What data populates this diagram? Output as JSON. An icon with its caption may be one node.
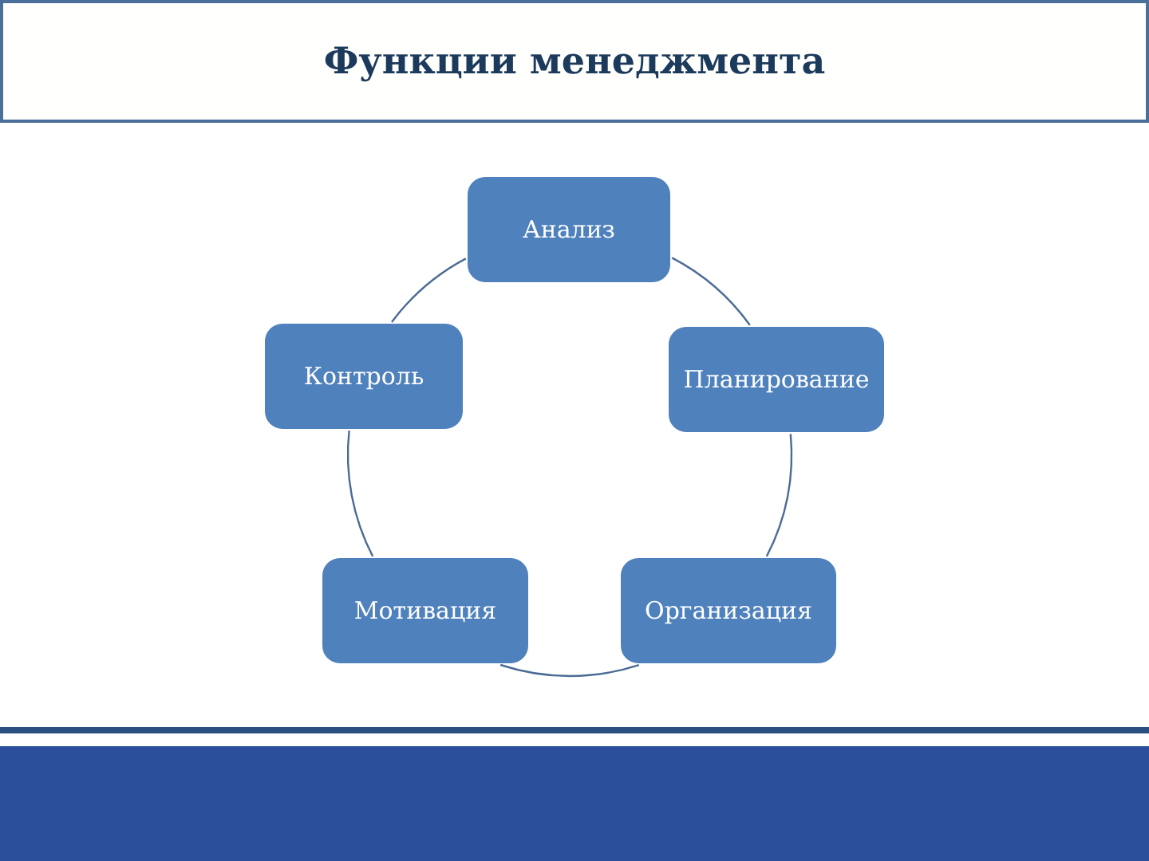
{
  "diagram": {
    "title": "Функции менеджмента",
    "nodes": [
      {
        "text": [
          "Анализ"
        ]
      },
      {
        "text": [
          "Контроль"
        ]
      },
      {
        "text": [
          "Планирование"
        ]
      },
      {
        "text": [
          "Мотивация"
        ]
      },
      {
        "text": [
          "Организация"
        ]
      }
    ],
    "edges": [
      {
        "from": 0,
        "to": 2,
        "arrow": "none"
      },
      {
        "from": 2,
        "to": 4,
        "arrow": "none"
      },
      {
        "from": 4,
        "to": 3,
        "arrow": "none"
      },
      {
        "from": 3,
        "to": 1,
        "arrow": "none"
      },
      {
        "from": 1,
        "to": 0,
        "arrow": "none"
      }
    ]
  }
}
